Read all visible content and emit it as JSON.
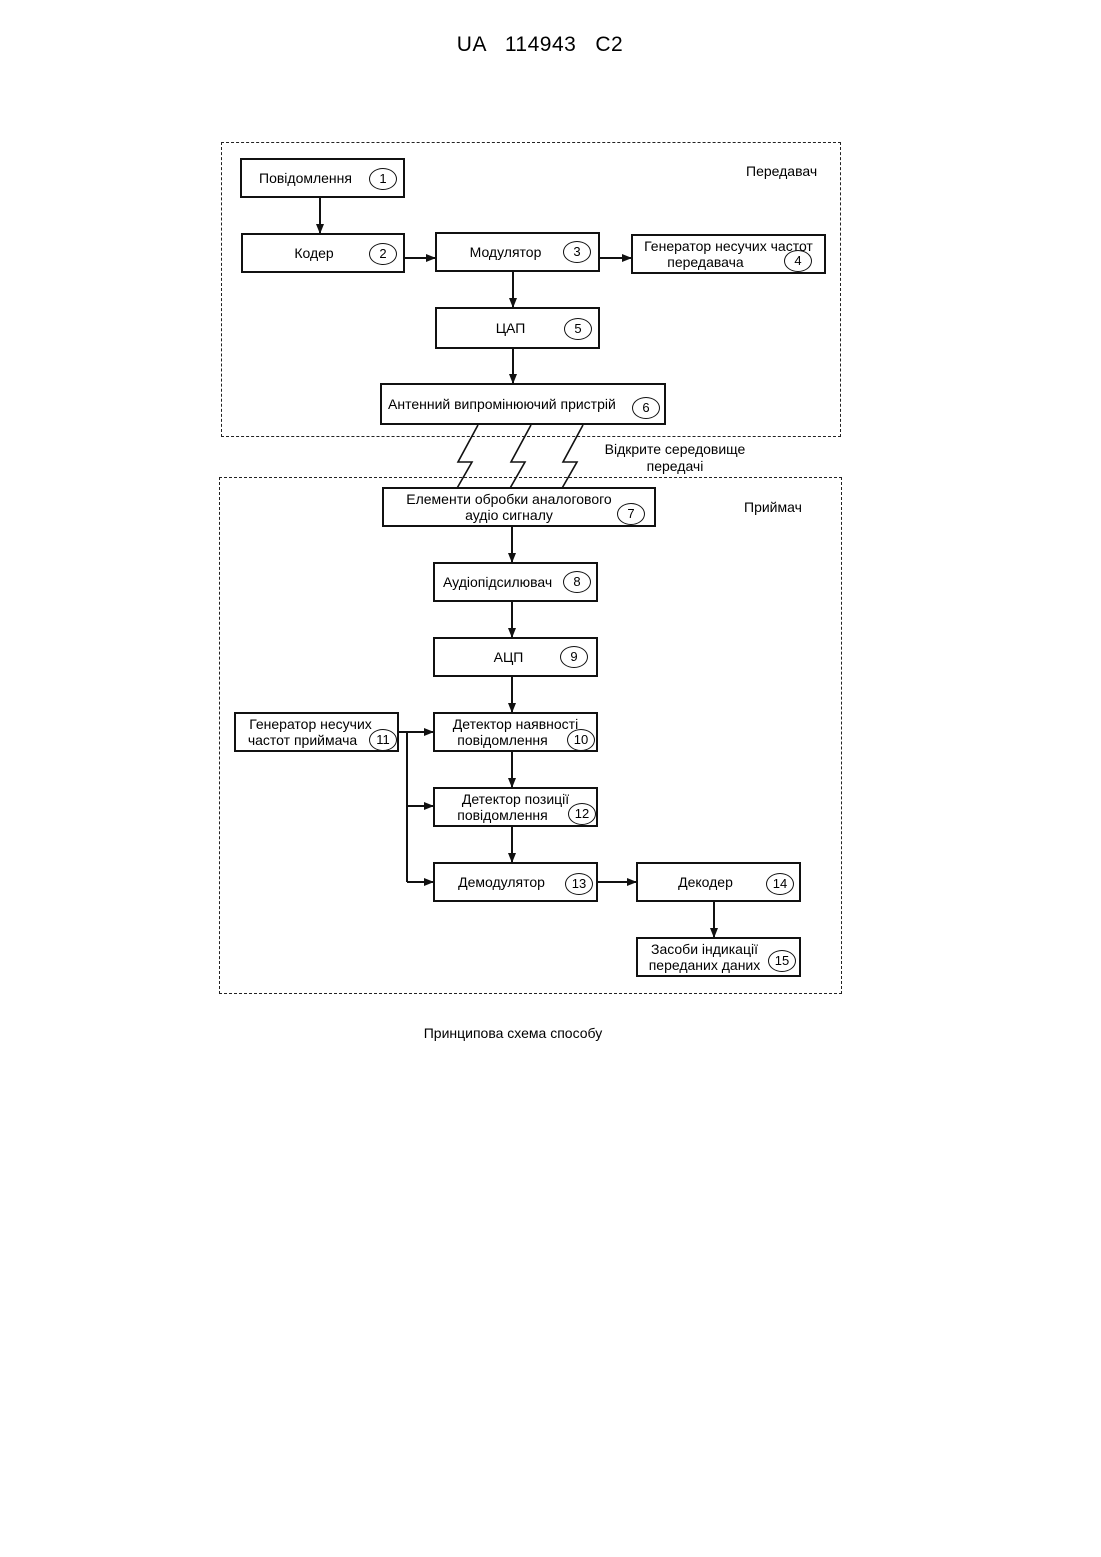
{
  "header": {
    "patent": "UA   114943   C2"
  },
  "groups": {
    "transmitter": "Передавач",
    "receiver": "Приймач"
  },
  "medium": {
    "line1": "Відкрите середовище",
    "line2": "передачі"
  },
  "blocks": {
    "b1": {
      "label": "Повідомлення",
      "num": "1"
    },
    "b2": {
      "label": "Кодер",
      "num": "2"
    },
    "b3": {
      "label": "Модулятор",
      "num": "3"
    },
    "b4": {
      "line1": "Генератор несучих частот",
      "line2": "передавача",
      "num": "4"
    },
    "b5": {
      "label": "ЦАП",
      "num": "5"
    },
    "b6": {
      "label": "Антенний випромінюючий пристрій",
      "num": "6"
    },
    "b7": {
      "line1": "Елементи обробки аналогового",
      "line2": "аудіо сигналу",
      "num": "7"
    },
    "b8": {
      "label": "Аудіопідсилювач",
      "num": "8"
    },
    "b9": {
      "label": "АЦП",
      "num": "9"
    },
    "b10": {
      "line1": "Детектор наявності",
      "line2": "повідомлення",
      "num": "10"
    },
    "b11": {
      "line1": "Генератор несучих",
      "line2": "частот приймача",
      "num": "11"
    },
    "b12": {
      "line1": "Детектор позиції",
      "line2": "повідомлення",
      "num": "12"
    },
    "b13": {
      "label": "Демодулятор",
      "num": "13"
    },
    "b14": {
      "label": "Декодер",
      "num": "14"
    },
    "b15": {
      "line1": "Засоби індикації",
      "line2": "переданих даних",
      "num": "15"
    }
  },
  "caption": "Принципова схема способу"
}
